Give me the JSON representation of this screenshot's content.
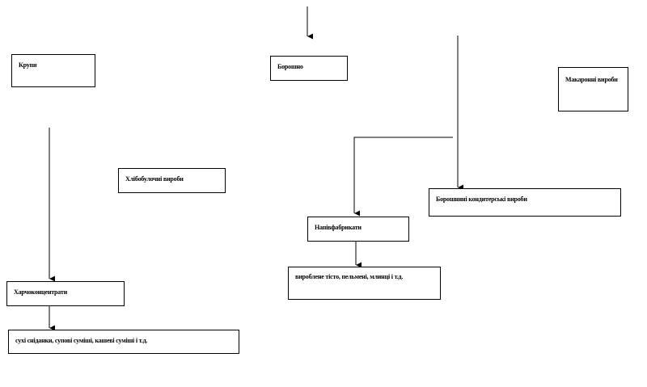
{
  "diagram": {
    "nodes": {
      "krupy": "Крупи",
      "boroshno": "Борошно",
      "makaronni": "Макаронні вироби",
      "khlibobulochni": "Хлібобулочні вироби",
      "boroshniani_kondyterski": "Борошняні кондитерські вироби",
      "napivfabrykaty": "Напівфабрикати",
      "napivfabrykaty_examples": "вироблене тісто, пельмені, млинці і т.д.",
      "kharchokontsentraty": "Харчоконцентрати",
      "kharchokontsentraty_examples": "сухі сніданки, супові суміші, кашеві суміші і т.д."
    },
    "colors": {
      "stroke": "#000000",
      "background": "#ffffff"
    }
  }
}
